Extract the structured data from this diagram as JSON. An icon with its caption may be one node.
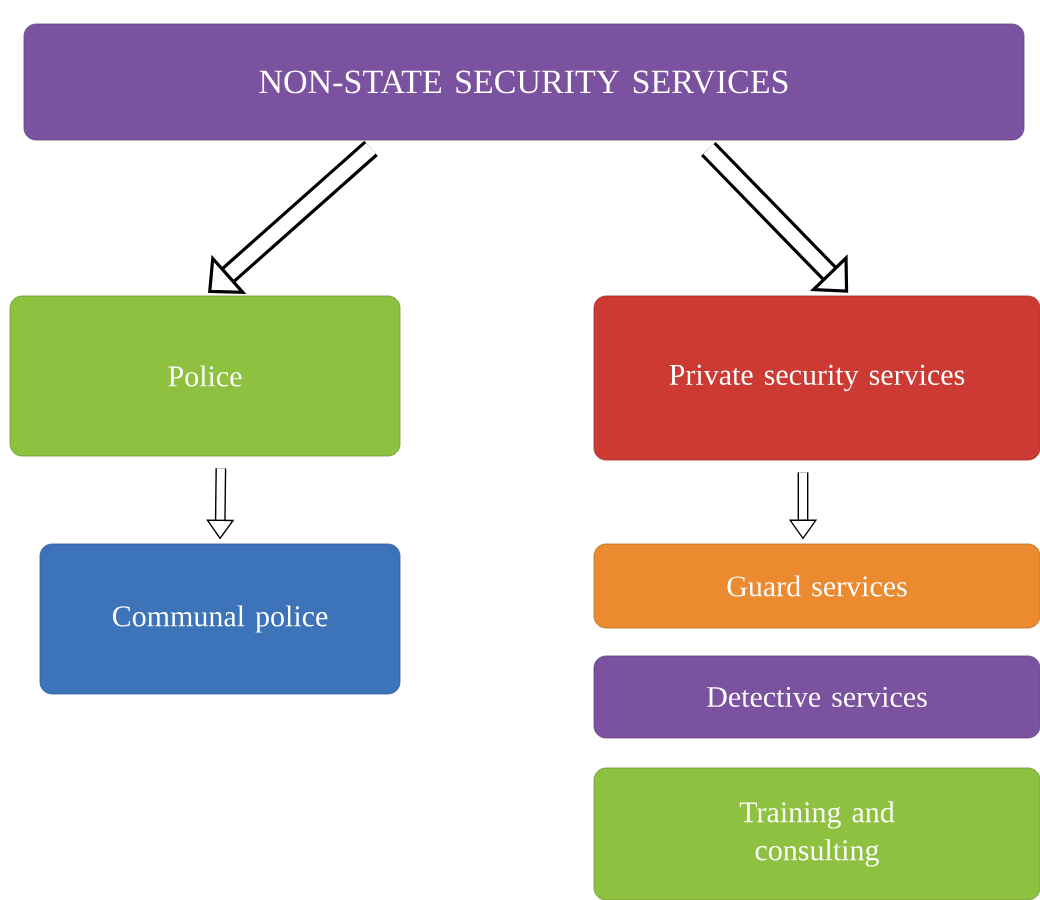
{
  "diagram": {
    "nodes": [
      {
        "text": [
          "NON-STATE SECURITY SERVICES"
        ]
      },
      {
        "text": [
          "Police"
        ]
      },
      {
        "text": [
          "Private security services"
        ]
      },
      {
        "text": [
          "Communal police"
        ]
      },
      {
        "text": [
          "Guard services"
        ]
      },
      {
        "text": [
          "Detective services"
        ]
      },
      {
        "text": [
          "Training and consulting"
        ]
      }
    ],
    "edges": [
      {
        "from": 0,
        "to": 1,
        "arrow": "to",
        "style": "thick"
      },
      {
        "from": 0,
        "to": 2,
        "arrow": "to",
        "style": "thick"
      },
      {
        "from": 1,
        "to": 3,
        "arrow": "to"
      },
      {
        "from": 2,
        "to": 4,
        "arrow": "to"
      }
    ]
  }
}
